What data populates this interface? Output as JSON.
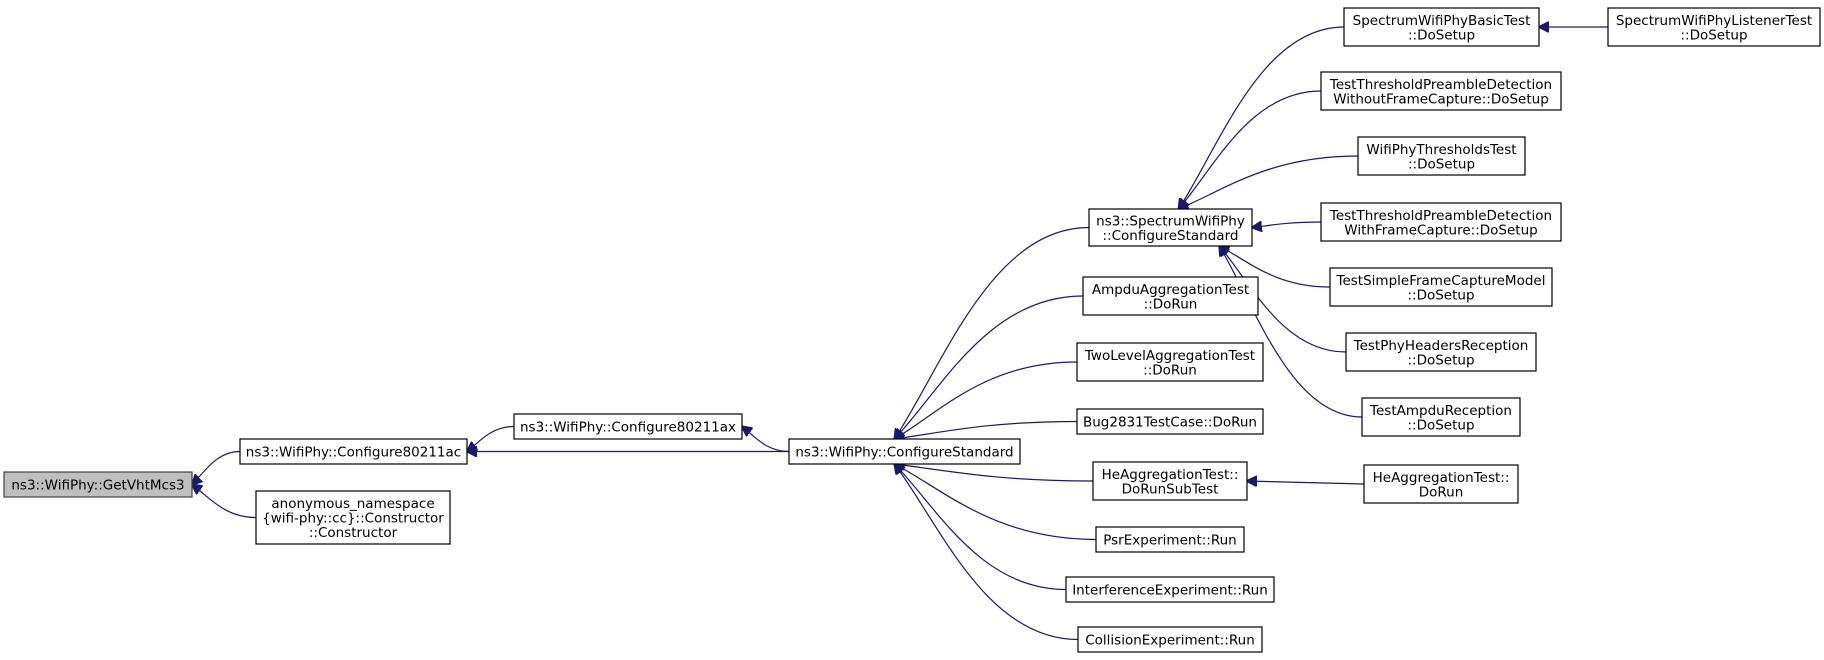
{
  "graph": {
    "nodes": [
      {
        "id": "getvhtmcs3",
        "lines": [
          "ns3::WifiPhy::GetVhtMcs3"
        ],
        "root": true
      },
      {
        "id": "configure80211ac",
        "lines": [
          "ns3::WifiPhy::Configure80211ac"
        ]
      },
      {
        "id": "anon_constructor",
        "lines": [
          "anonymous_namespace",
          "{wifi-phy::cc}::Constructor",
          "::Constructor"
        ]
      },
      {
        "id": "configure80211ax",
        "lines": [
          "ns3::WifiPhy::Configure80211ax"
        ]
      },
      {
        "id": "configurestandard",
        "lines": [
          "ns3::WifiPhy::ConfigureStandard"
        ]
      },
      {
        "id": "spectrum_configurestandard",
        "lines": [
          "ns3::SpectrumWifiPhy",
          "::ConfigureStandard"
        ]
      },
      {
        "id": "ampdu_aggregation",
        "lines": [
          "AmpduAggregationTest",
          "::DoRun"
        ]
      },
      {
        "id": "twolevel_aggregation",
        "lines": [
          "TwoLevelAggregationTest",
          "::DoRun"
        ]
      },
      {
        "id": "bug2831",
        "lines": [
          "Bug2831TestCase::DoRun"
        ]
      },
      {
        "id": "he_dorunsubtest",
        "lines": [
          "HeAggregationTest::",
          "DoRunSubTest"
        ]
      },
      {
        "id": "psr_run",
        "lines": [
          "PsrExperiment::Run"
        ]
      },
      {
        "id": "interference_run",
        "lines": [
          "InterferenceExperiment::Run"
        ]
      },
      {
        "id": "collision_run",
        "lines": [
          "CollisionExperiment::Run"
        ]
      },
      {
        "id": "spectrum_basic_setup",
        "lines": [
          "SpectrumWifiPhyBasicTest",
          "::DoSetup"
        ]
      },
      {
        "id": "threshold_without",
        "lines": [
          "TestThresholdPreambleDetection",
          "WithoutFrameCapture::DoSetup"
        ]
      },
      {
        "id": "wifiphy_thresholds",
        "lines": [
          "WifiPhyThresholdsTest",
          "::DoSetup"
        ]
      },
      {
        "id": "threshold_with",
        "lines": [
          "TestThresholdPreambleDetection",
          "WithFrameCapture::DoSetup"
        ]
      },
      {
        "id": "simple_frame_capture",
        "lines": [
          "TestSimpleFrameCaptureModel",
          "::DoSetup"
        ]
      },
      {
        "id": "phy_headers",
        "lines": [
          "TestPhyHeadersReception",
          "::DoSetup"
        ]
      },
      {
        "id": "ampdu_reception",
        "lines": [
          "TestAmpduReception",
          "::DoSetup"
        ]
      },
      {
        "id": "spectrum_listener_setup",
        "lines": [
          "SpectrumWifiPhyListenerTest",
          "::DoSetup"
        ]
      },
      {
        "id": "he_dorun",
        "lines": [
          "HeAggregationTest::",
          "DoRun"
        ]
      }
    ],
    "edges": [
      {
        "from": "configure80211ac",
        "to": "getvhtmcs3"
      },
      {
        "from": "anon_constructor",
        "to": "getvhtmcs3"
      },
      {
        "from": "configure80211ax",
        "to": "configure80211ac"
      },
      {
        "from": "configurestandard",
        "to": "configure80211ac"
      },
      {
        "from": "configurestandard",
        "to": "configure80211ax"
      },
      {
        "from": "spectrum_configurestandard",
        "to": "configurestandard"
      },
      {
        "from": "ampdu_aggregation",
        "to": "configurestandard"
      },
      {
        "from": "twolevel_aggregation",
        "to": "configurestandard"
      },
      {
        "from": "bug2831",
        "to": "configurestandard"
      },
      {
        "from": "he_dorunsubtest",
        "to": "configurestandard"
      },
      {
        "from": "psr_run",
        "to": "configurestandard"
      },
      {
        "from": "interference_run",
        "to": "configurestandard"
      },
      {
        "from": "collision_run",
        "to": "configurestandard"
      },
      {
        "from": "spectrum_basic_setup",
        "to": "spectrum_configurestandard"
      },
      {
        "from": "threshold_without",
        "to": "spectrum_configurestandard"
      },
      {
        "from": "wifiphy_thresholds",
        "to": "spectrum_configurestandard"
      },
      {
        "from": "threshold_with",
        "to": "spectrum_configurestandard"
      },
      {
        "from": "simple_frame_capture",
        "to": "spectrum_configurestandard"
      },
      {
        "from": "phy_headers",
        "to": "spectrum_configurestandard"
      },
      {
        "from": "ampdu_reception",
        "to": "spectrum_configurestandard"
      },
      {
        "from": "spectrum_listener_setup",
        "to": "spectrum_basic_setup"
      },
      {
        "from": "he_dorun",
        "to": "he_dorunsubtest"
      }
    ],
    "colors": {
      "edge": "#191970",
      "root_fill": "#bfbfbf",
      "node_fill": "#ffffff",
      "node_stroke": "#000000"
    }
  }
}
